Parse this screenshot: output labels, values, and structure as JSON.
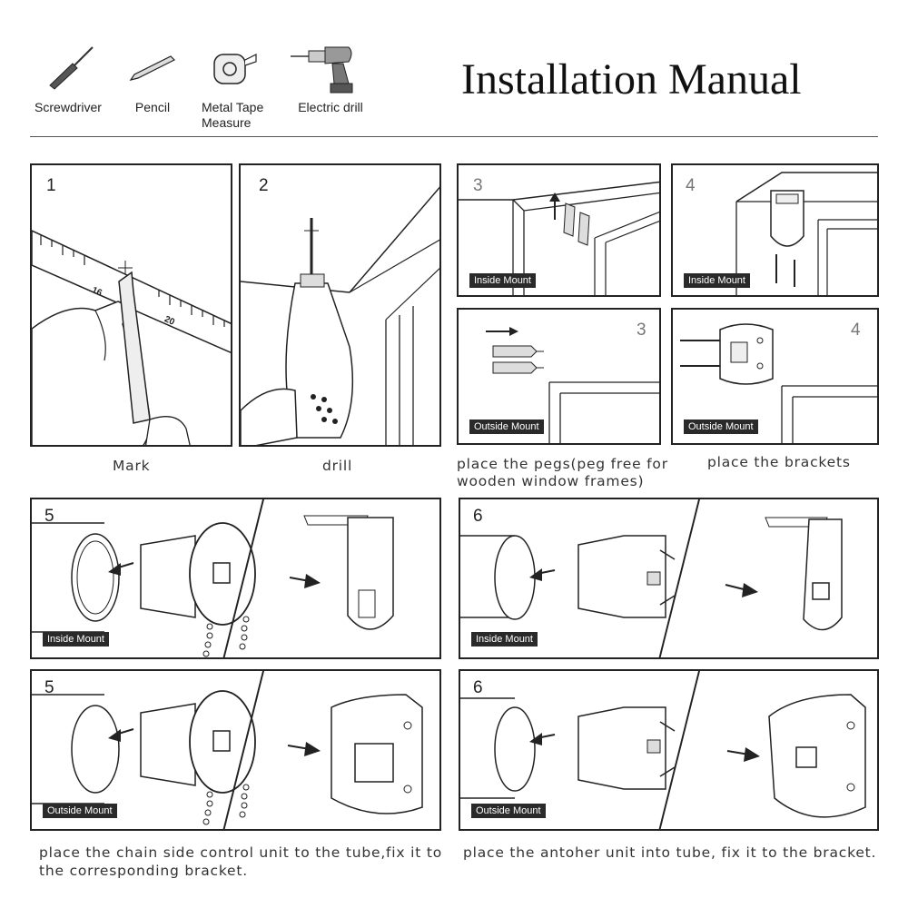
{
  "header": {
    "title": "Installation Manual",
    "tools": [
      {
        "label": "Screwdriver",
        "icon": "screwdriver-icon"
      },
      {
        "label": "Pencil",
        "icon": "pencil-icon"
      },
      {
        "label": "Metal Tape\nMeasure",
        "icon": "tape-measure-icon"
      },
      {
        "label": "Electric drill",
        "icon": "electric-drill-icon"
      }
    ]
  },
  "steps": {
    "step1": {
      "number": "1",
      "caption": "Mark"
    },
    "step2": {
      "number": "2",
      "caption": "drill"
    },
    "step3_inside": {
      "number": "3",
      "mount": "Inside Mount"
    },
    "step4_inside": {
      "number": "4",
      "mount": "Inside Mount"
    },
    "step3_outside": {
      "number": "3",
      "mount": "Outside Mount"
    },
    "step4_outside": {
      "number": "4",
      "mount": "Outside Mount"
    },
    "pegs_caption_line1": "place the pegs(peg free for",
    "pegs_caption_line2": "wooden window frames)",
    "brackets_caption": "place the brackets",
    "step5_inside": {
      "number": "5",
      "mount": "Inside Mount"
    },
    "step6_inside": {
      "number": "6",
      "mount": "Inside Mount"
    },
    "step5_outside": {
      "number": "5",
      "mount": "Outside Mount"
    },
    "step6_outside": {
      "number": "6",
      "mount": "Outside Mount"
    },
    "chain_caption_line1": "place the chain side control unit to the tube,fix it to",
    "chain_caption_line2": "the corresponding bracket.",
    "other_caption": "place the antoher  unit  into tube, fix it to the bracket."
  },
  "ruler_ticks": [
    "16",
    "20"
  ],
  "colors": {
    "ink": "#222222",
    "tag_bg": "#2a2a2a",
    "tag_text": "#ffffff"
  }
}
